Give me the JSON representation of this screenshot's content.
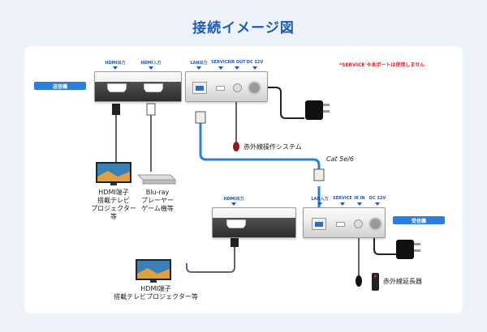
{
  "title": "接続イメージ図",
  "service_note": "*SERVICE ※本ポートは使用しません",
  "transmitter": {
    "badge": "送信機",
    "port_hdmi_out": "HDMI出力",
    "port_hdmi_in": "HDMI入力",
    "port_lan_out": "LAN出力",
    "port_service": "SERVICE",
    "port_ir_out": "IR OUT",
    "port_dc": "DC 12V"
  },
  "receiver": {
    "badge": "受信機",
    "port_hdmi_out": "HDMI出力",
    "port_lan_in": "LAN入力",
    "port_service": "SERVICE",
    "port_ir_in": "IR IN",
    "port_dc": "DC 12V"
  },
  "labels": {
    "tv1_line1": "HDMI端子",
    "tv1_line2": "搭載テレビ",
    "tv1_line3": "プロジェクター",
    "tv1_line4": "等",
    "player_line1": "Blu-ray",
    "player_line2": "プレーヤー",
    "player_line3": "ゲーム機等",
    "ir_system": "赤外線操作システム",
    "cable": "Cat 5e/6",
    "tv2_line1": "HDMI端子",
    "tv2_line2": "搭載テレビプロジェクター等",
    "ir_extender": "赤外線延長器"
  }
}
